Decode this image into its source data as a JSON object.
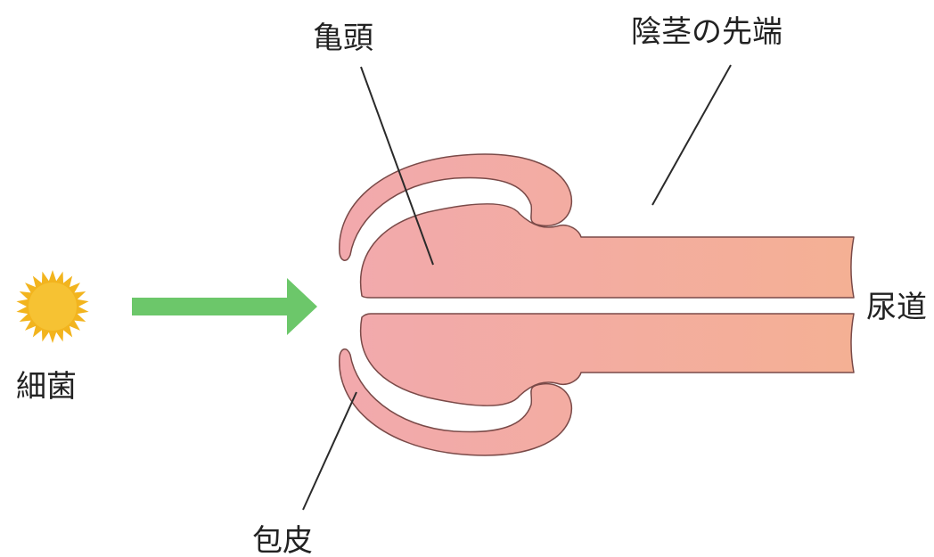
{
  "labels": {
    "glans": "亀頭",
    "penis_tip": "陰茎の先端",
    "urethra": "尿道",
    "bacteria": "細菌",
    "foreskin": "包皮"
  },
  "colors": {
    "tissue_left": "#f2a9ad",
    "tissue_right": "#f4b094",
    "tissue_outline": "#7a4a48",
    "arrow": "#6cc76a",
    "bacteria_fill": "#f2b41e",
    "bacteria_center": "#f6c233",
    "text": "#222222",
    "leader_line": "#2a2a2a"
  },
  "icons": {
    "bacteria": "bacteria-icon",
    "arrow": "right-arrow-icon"
  }
}
